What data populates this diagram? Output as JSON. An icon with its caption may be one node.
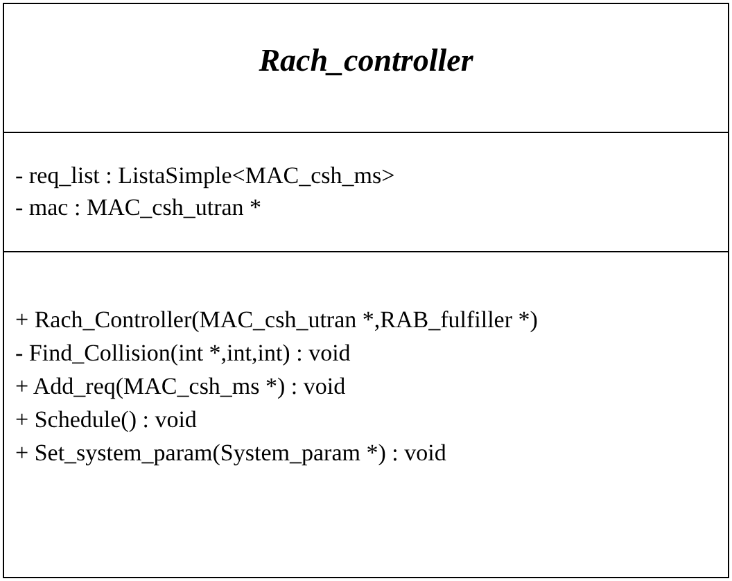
{
  "diagram": {
    "nodes": [
      {
        "text": [
          "Rach_controller"
        ]
      },
      {
        "text": [
          "- req_list : ListaSimple<MAC_csh_ms>",
          "- mac : MAC_csh_utran *"
        ]
      },
      {
        "text": [
          "+ Rach_Controller(MAC_csh_utran *,RAB_fulfiller *)",
          "- Find_Collision(int *,int,int) : void",
          "+ Add_req(MAC_csh_ms *) : void",
          "+ Schedule() : void",
          "+ Set_system_param(System_param *) : void"
        ]
      }
    ]
  }
}
